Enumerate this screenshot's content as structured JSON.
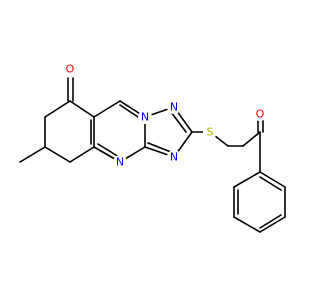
{
  "molecule": {
    "atom_colors": {
      "O": "#ff0000",
      "N": "#0000ff",
      "S": "#b2b200"
    },
    "atoms": {
      "oxo_o": {
        "label": "O",
        "color": "O"
      },
      "n_bridge": {
        "label": "N",
        "color": "N"
      },
      "n_triazole": {
        "label": "N",
        "color": "N"
      },
      "n_triazole_lower": {
        "label": "N",
        "color": "N"
      },
      "n_pyrimidine": {
        "label": "N",
        "color": "N"
      },
      "s_thioether": {
        "label": "S",
        "color": "S"
      },
      "ketone_o": {
        "label": "O",
        "color": "O"
      }
    }
  }
}
